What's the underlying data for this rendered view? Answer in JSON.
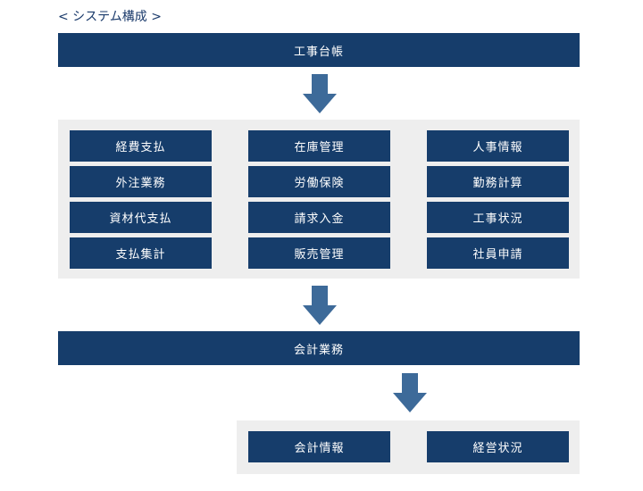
{
  "title": "< システム構成 >",
  "top_bar": "工事台帳",
  "modules": {
    "col1": [
      "経費支払",
      "外注業務",
      "資材代支払",
      "支払集計"
    ],
    "col2": [
      "在庫管理",
      "労働保険",
      "請求入金",
      "販売管理"
    ],
    "col3": [
      "人事情報",
      "勤務計算",
      "工事状況",
      "社員申請"
    ]
  },
  "middle_bar": "会計業務",
  "outputs": [
    "会計情報",
    "経営状況"
  ],
  "colors": {
    "box": "#163d6b",
    "arrow": "#3d6a99",
    "panel": "#eeeeee",
    "title": "#1a3a6b"
  }
}
